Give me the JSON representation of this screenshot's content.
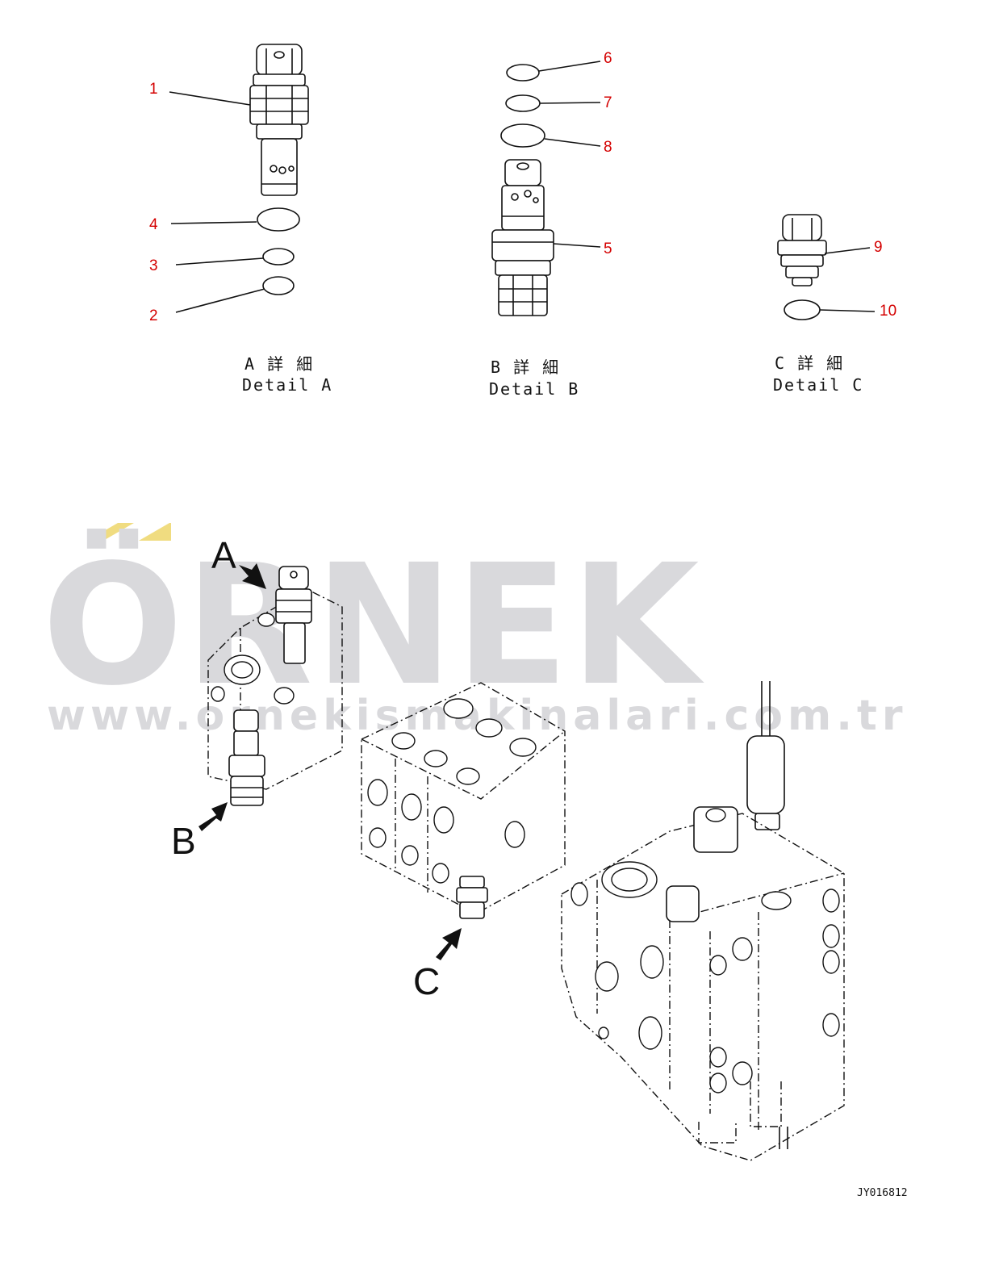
{
  "watermark": {
    "brand": "ÖRNEK",
    "url": "www.ornekismakinalari.com.tr",
    "accent_color": "#f0dc80"
  },
  "callouts": [
    "1",
    "2",
    "3",
    "4",
    "5",
    "6",
    "7",
    "8",
    "9",
    "10"
  ],
  "details": {
    "a": {
      "jp": "A 詳 細",
      "en": "Detail A"
    },
    "b": {
      "jp": "B 詳 細",
      "en": "Detail B"
    },
    "c": {
      "jp": "C 詳 細",
      "en": "Detail C"
    }
  },
  "view_labels": {
    "a": "A",
    "b": "B",
    "c": "C"
  },
  "drawing_code": "JY016812",
  "colors": {
    "callout": "#d40000",
    "line": "#111111",
    "watermark": "#d9d9dc"
  }
}
